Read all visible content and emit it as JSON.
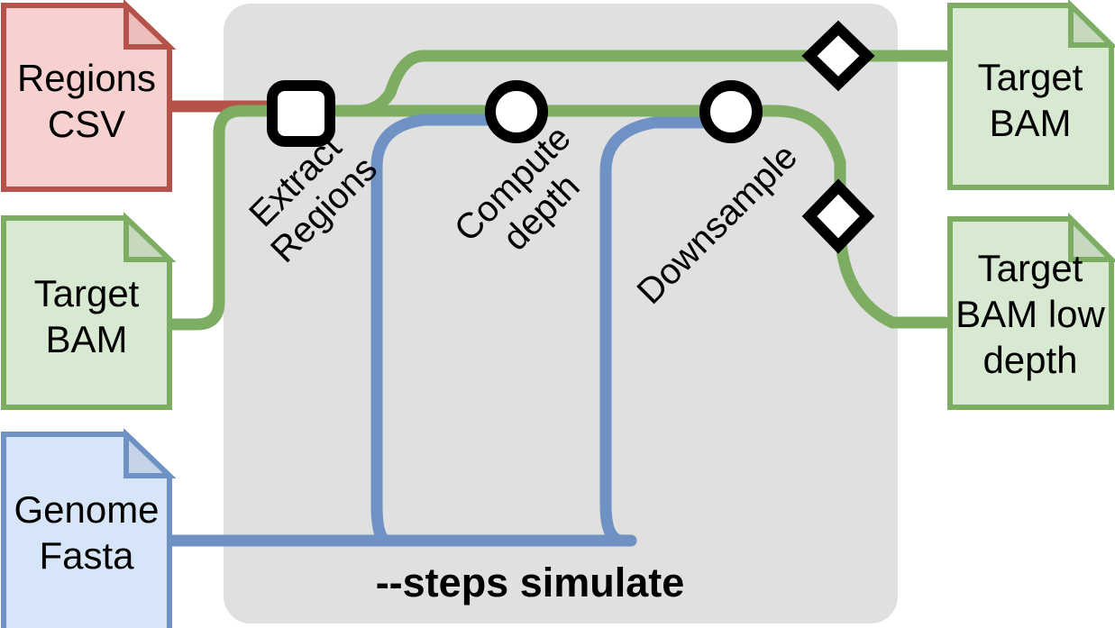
{
  "diagram": {
    "title": "--steps simulate",
    "panel": {
      "label": "--steps simulate",
      "fill": "#e0e0e0"
    },
    "colors": {
      "red_edge": "#b5534b",
      "green_edge": "#7cad63",
      "blue_edge": "#6e92c4",
      "red_fill": "#f7d1d0",
      "red_stroke": "#b5534b",
      "green_fill": "#d7e9d0",
      "green_stroke": "#7cad63",
      "blue_fill": "#d6e5f7",
      "blue_stroke": "#6e92c4",
      "node_stroke": "#000000",
      "node_fill": "#ffffff",
      "panel_fill": "#e0e0e0"
    },
    "inputs": [
      {
        "id": "regions-csv",
        "lines": [
          "Regions",
          "CSV"
        ],
        "kind": "document",
        "color": "red"
      },
      {
        "id": "target-bam-in",
        "lines": [
          "Target",
          "BAM"
        ],
        "kind": "document",
        "color": "green"
      },
      {
        "id": "genome-fasta",
        "lines": [
          "Genome",
          "Fasta"
        ],
        "kind": "document",
        "color": "blue"
      }
    ],
    "steps": [
      {
        "id": "extract-regions",
        "lines": [
          "Extract",
          "Regions"
        ],
        "shape": "rounded-square"
      },
      {
        "id": "compute-depth",
        "lines": [
          "Compute",
          "depth"
        ],
        "shape": "circle"
      },
      {
        "id": "downsample",
        "lines": [
          "Downsample"
        ],
        "shape": "circle"
      }
    ],
    "markers": [
      {
        "id": "output-marker-top",
        "shape": "diamond"
      },
      {
        "id": "output-marker-bottom",
        "shape": "diamond"
      }
    ],
    "outputs": [
      {
        "id": "target-bam-out",
        "lines": [
          "Target",
          "BAM"
        ],
        "kind": "document",
        "color": "green"
      },
      {
        "id": "target-bam-low-depth",
        "lines": [
          "Target",
          "BAM low",
          "depth"
        ],
        "kind": "document",
        "color": "green"
      }
    ]
  }
}
